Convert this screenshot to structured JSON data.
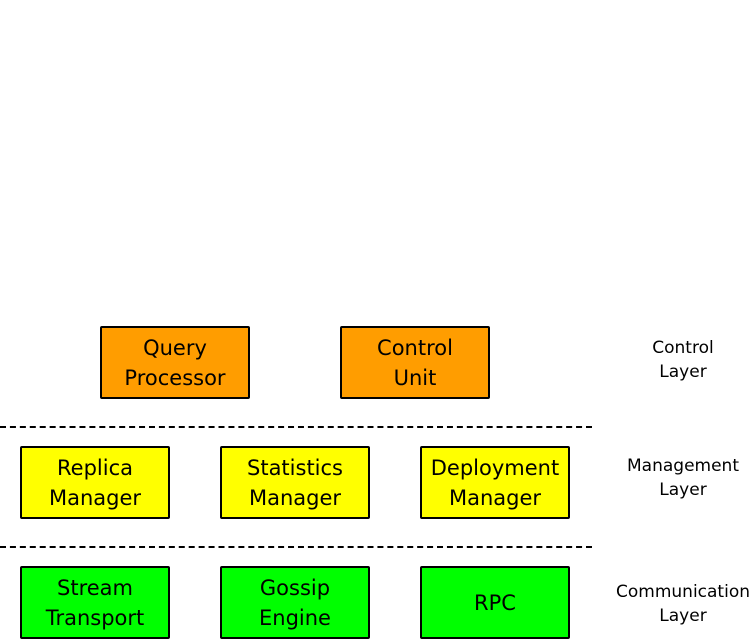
{
  "colors": {
    "control": "#ff9d00",
    "management": "#ffff00",
    "communication": "#00ff00"
  },
  "layers": {
    "control": {
      "label": "Control\nLayer",
      "boxes": [
        "Query\nProcessor",
        "Control\nUnit"
      ]
    },
    "management": {
      "label": "Management\nLayer",
      "boxes": [
        "Replica\nManager",
        "Statistics\nManager",
        "Deployment\nManager"
      ]
    },
    "communication": {
      "label": "Communication\nLayer",
      "boxes": [
        "Stream\nTransport",
        "Gossip\nEngine",
        "RPC"
      ]
    }
  }
}
